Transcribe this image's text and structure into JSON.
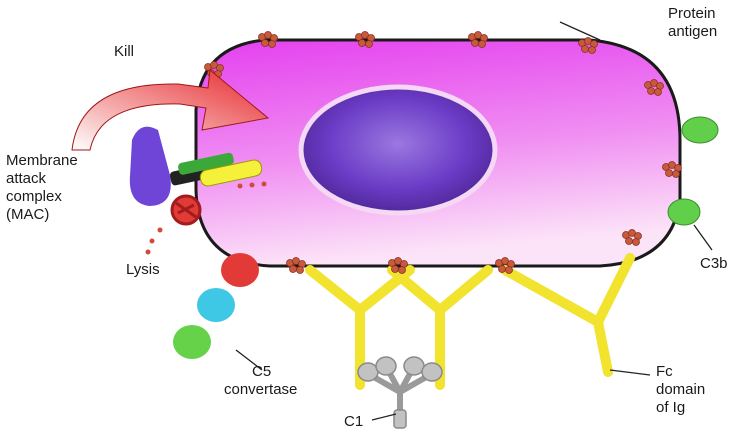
{
  "labels": {
    "kill": "Kill",
    "mac_line1": "Membrane",
    "mac_line2": "attack",
    "mac_line3": "complex",
    "mac_line4": "(MAC)",
    "lysis": "Lysis",
    "protein_line1": "Protein",
    "protein_line2": "antigen",
    "c3b": "C3b",
    "c5_line1": "C5",
    "c5_line2": "convertase",
    "c1": "C1",
    "fc_line1": "Fc",
    "fc_line2": "domain",
    "fc_line3": "of Ig"
  },
  "colors": {
    "cell_fill_top": "#e64df0",
    "cell_fill_bottom": "#fbdcf6",
    "nucleus": "#6a33c4",
    "antigen": "#c85a3c",
    "antibody": "#f1e32e",
    "c3b": "#62cf4a",
    "c5_red": "#e23a36",
    "c5_cyan": "#3fc8e6",
    "c5_green": "#66d24a",
    "mac_blue": "#6f45d8",
    "arrow_red": "#e8262a",
    "c1_gray": "#bbbbbb"
  }
}
